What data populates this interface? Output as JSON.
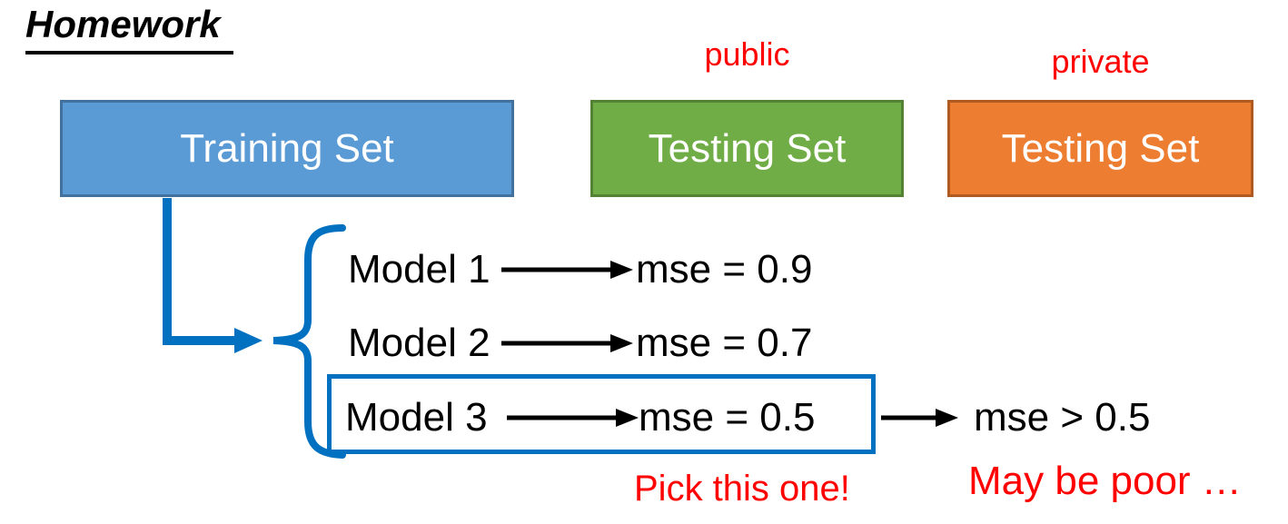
{
  "slide": {
    "title": "Homework"
  },
  "boxes": {
    "training": {
      "label": "Training Set",
      "fill": "#5B9BD5",
      "border": "#41719C"
    },
    "public_testing": {
      "label": "Testing Set",
      "tag": "public",
      "fill": "#70AD47",
      "border": "#548235"
    },
    "private_testing": {
      "label": "Testing Set",
      "tag": "private",
      "fill": "#ED7D31",
      "border": "#AE5A11"
    }
  },
  "models": [
    {
      "name": "Model 1",
      "result": "mse = 0.9",
      "selected": false
    },
    {
      "name": "Model 2",
      "result": "mse = 0.7",
      "selected": false
    },
    {
      "name": "Model 3",
      "result": "mse = 0.5",
      "selected": true
    }
  ],
  "private_result": "mse > 0.5",
  "annotations": {
    "pick": "Pick this one!",
    "poor": "May be poor …"
  },
  "colors": {
    "selection_blue": "#0070C0",
    "annotation_red": "#FF0000",
    "text_black": "#000000",
    "box_text_white": "#FFFFFF"
  }
}
